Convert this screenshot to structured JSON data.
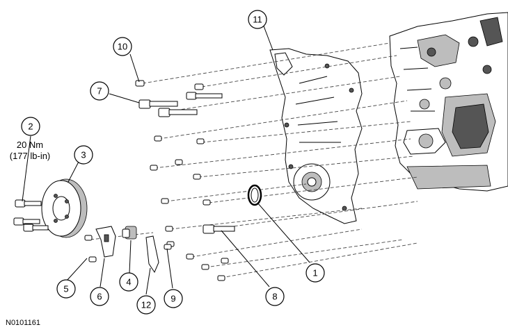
{
  "figure_id": "N0101161",
  "torque_spec": {
    "line1": "20 Nm",
    "line2": "(177 lb-in)"
  },
  "callouts": [
    {
      "id": "callout-1",
      "label": "1"
    },
    {
      "id": "callout-2",
      "label": "2"
    },
    {
      "id": "callout-3",
      "label": "3"
    },
    {
      "id": "callout-4",
      "label": "4"
    },
    {
      "id": "callout-5",
      "label": "5"
    },
    {
      "id": "callout-6",
      "label": "6"
    },
    {
      "id": "callout-7",
      "label": "7"
    },
    {
      "id": "callout-8",
      "label": "8"
    },
    {
      "id": "callout-9",
      "label": "9"
    },
    {
      "id": "callout-10",
      "label": "10"
    },
    {
      "id": "callout-11",
      "label": "11"
    },
    {
      "id": "callout-12",
      "label": "12"
    }
  ]
}
